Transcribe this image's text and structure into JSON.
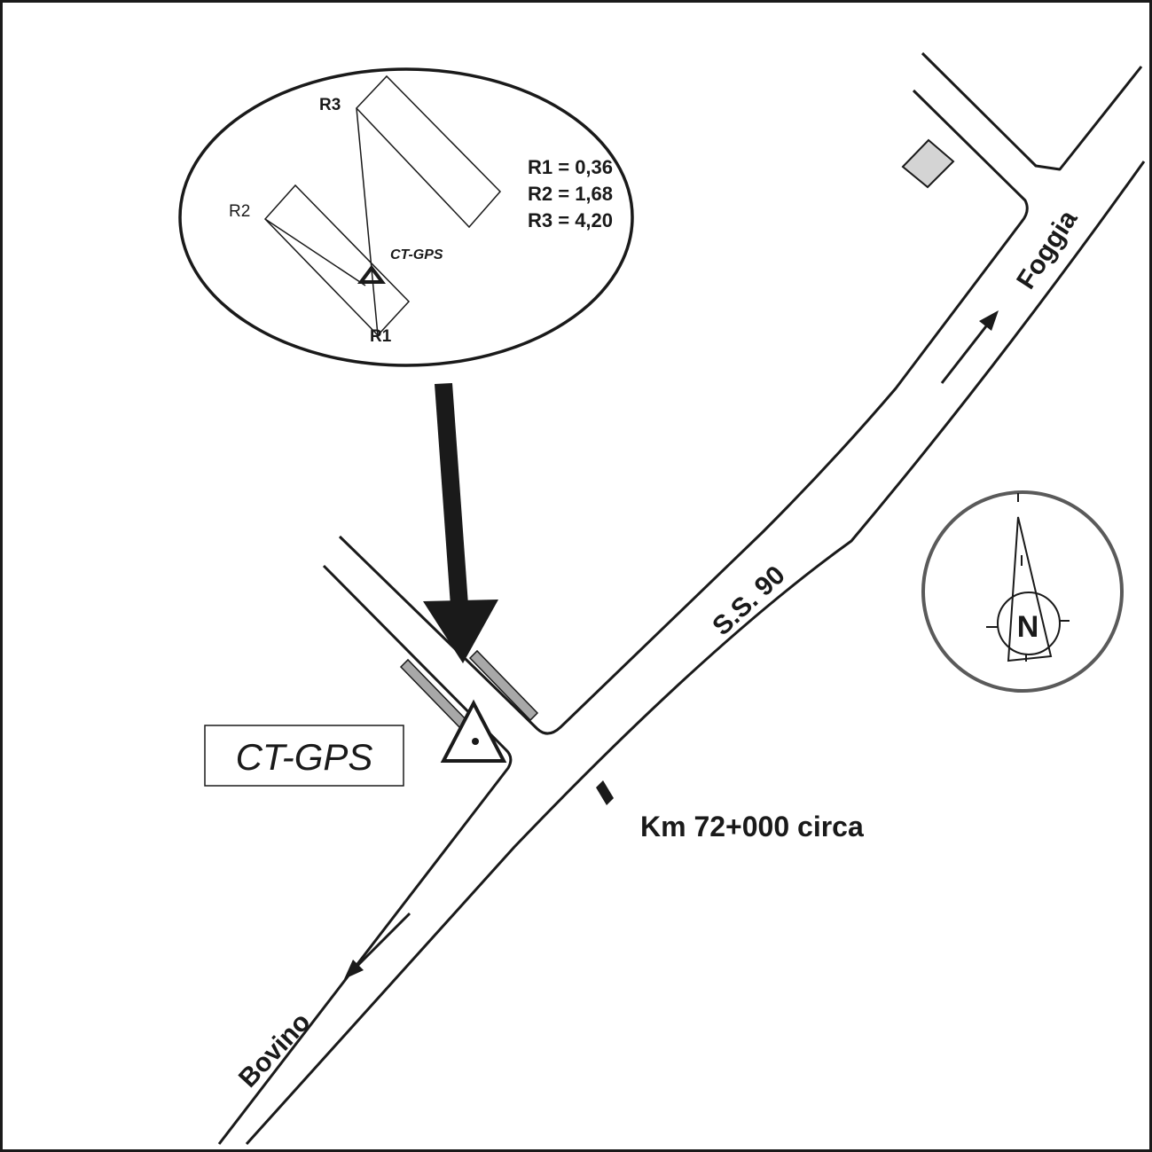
{
  "inset": {
    "labels": {
      "r1": "R1",
      "r2": "R2",
      "r3": "R3",
      "station": "CT-GPS"
    },
    "values": [
      "R1 = 0,36",
      "R2 = 1,68",
      "R3 = 4,20"
    ]
  },
  "station_label": "CT-GPS",
  "road_name": "S.S. 90",
  "directions": {
    "north_east": "Foggia",
    "south_west": "Bovino"
  },
  "km_marker": "Km 72+000 circa",
  "compass": {
    "letter": "N"
  },
  "colors": {
    "line": "#1a1a1a",
    "strip": "#a8a8a8",
    "compass_ring": "#5a5a5a"
  }
}
